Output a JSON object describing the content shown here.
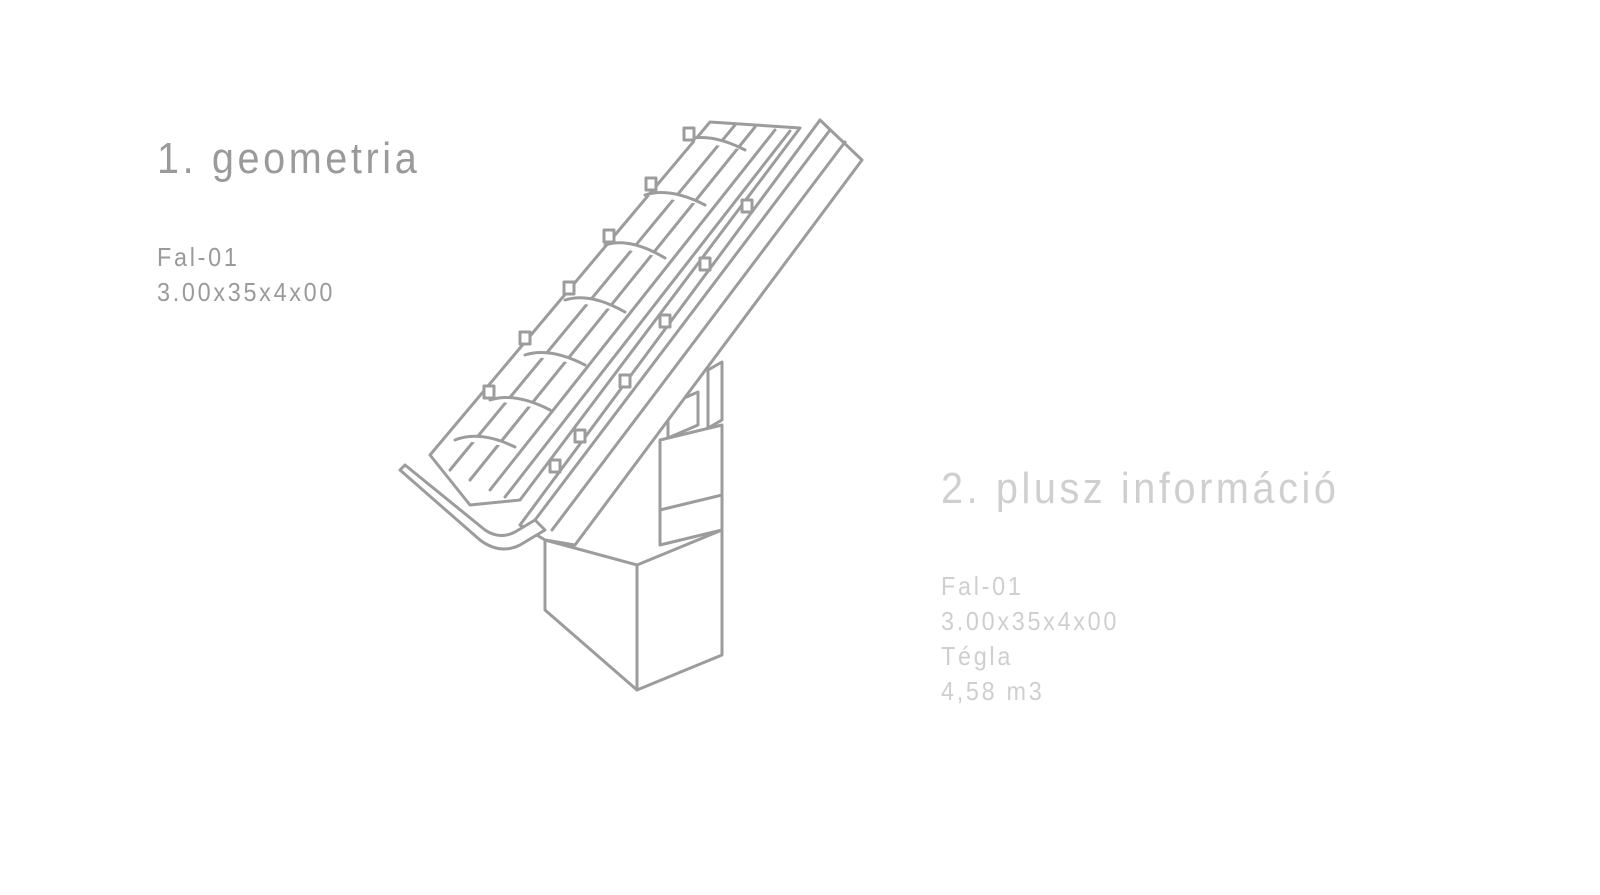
{
  "section1": {
    "title": "1. geometria",
    "lines": [
      "Fal-01",
      "3.00x35x4x00"
    ]
  },
  "section2": {
    "title": "2. plusz információ",
    "lines": [
      "Fal-01",
      "3.00x35x4x00",
      "Tégla",
      "4,58 m3"
    ]
  },
  "colors": {
    "primary_text": "#9a9a9a",
    "secondary_text": "#cfcfcf",
    "drawing_stroke": "#9c9c9c"
  }
}
